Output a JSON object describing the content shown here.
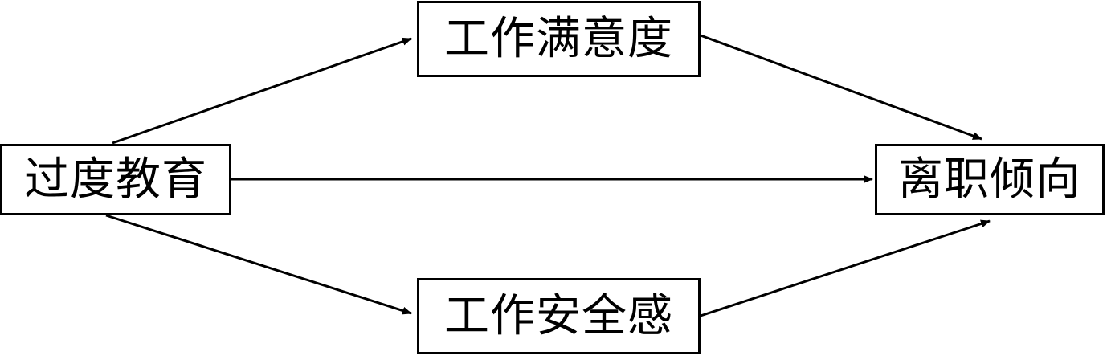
{
  "nodes": {
    "overeducation": "过度教育",
    "job_satisfaction": "工作满意度",
    "job_security": "工作安全感",
    "turnover_intention": "离职倾向"
  },
  "edges": [
    {
      "from": "overeducation",
      "to": "job_satisfaction"
    },
    {
      "from": "overeducation",
      "to": "job_security"
    },
    {
      "from": "overeducation",
      "to": "turnover_intention"
    },
    {
      "from": "job_satisfaction",
      "to": "turnover_intention"
    },
    {
      "from": "job_security",
      "to": "turnover_intention"
    }
  ],
  "colors": {
    "line": "#000000",
    "background": "#ffffff"
  }
}
